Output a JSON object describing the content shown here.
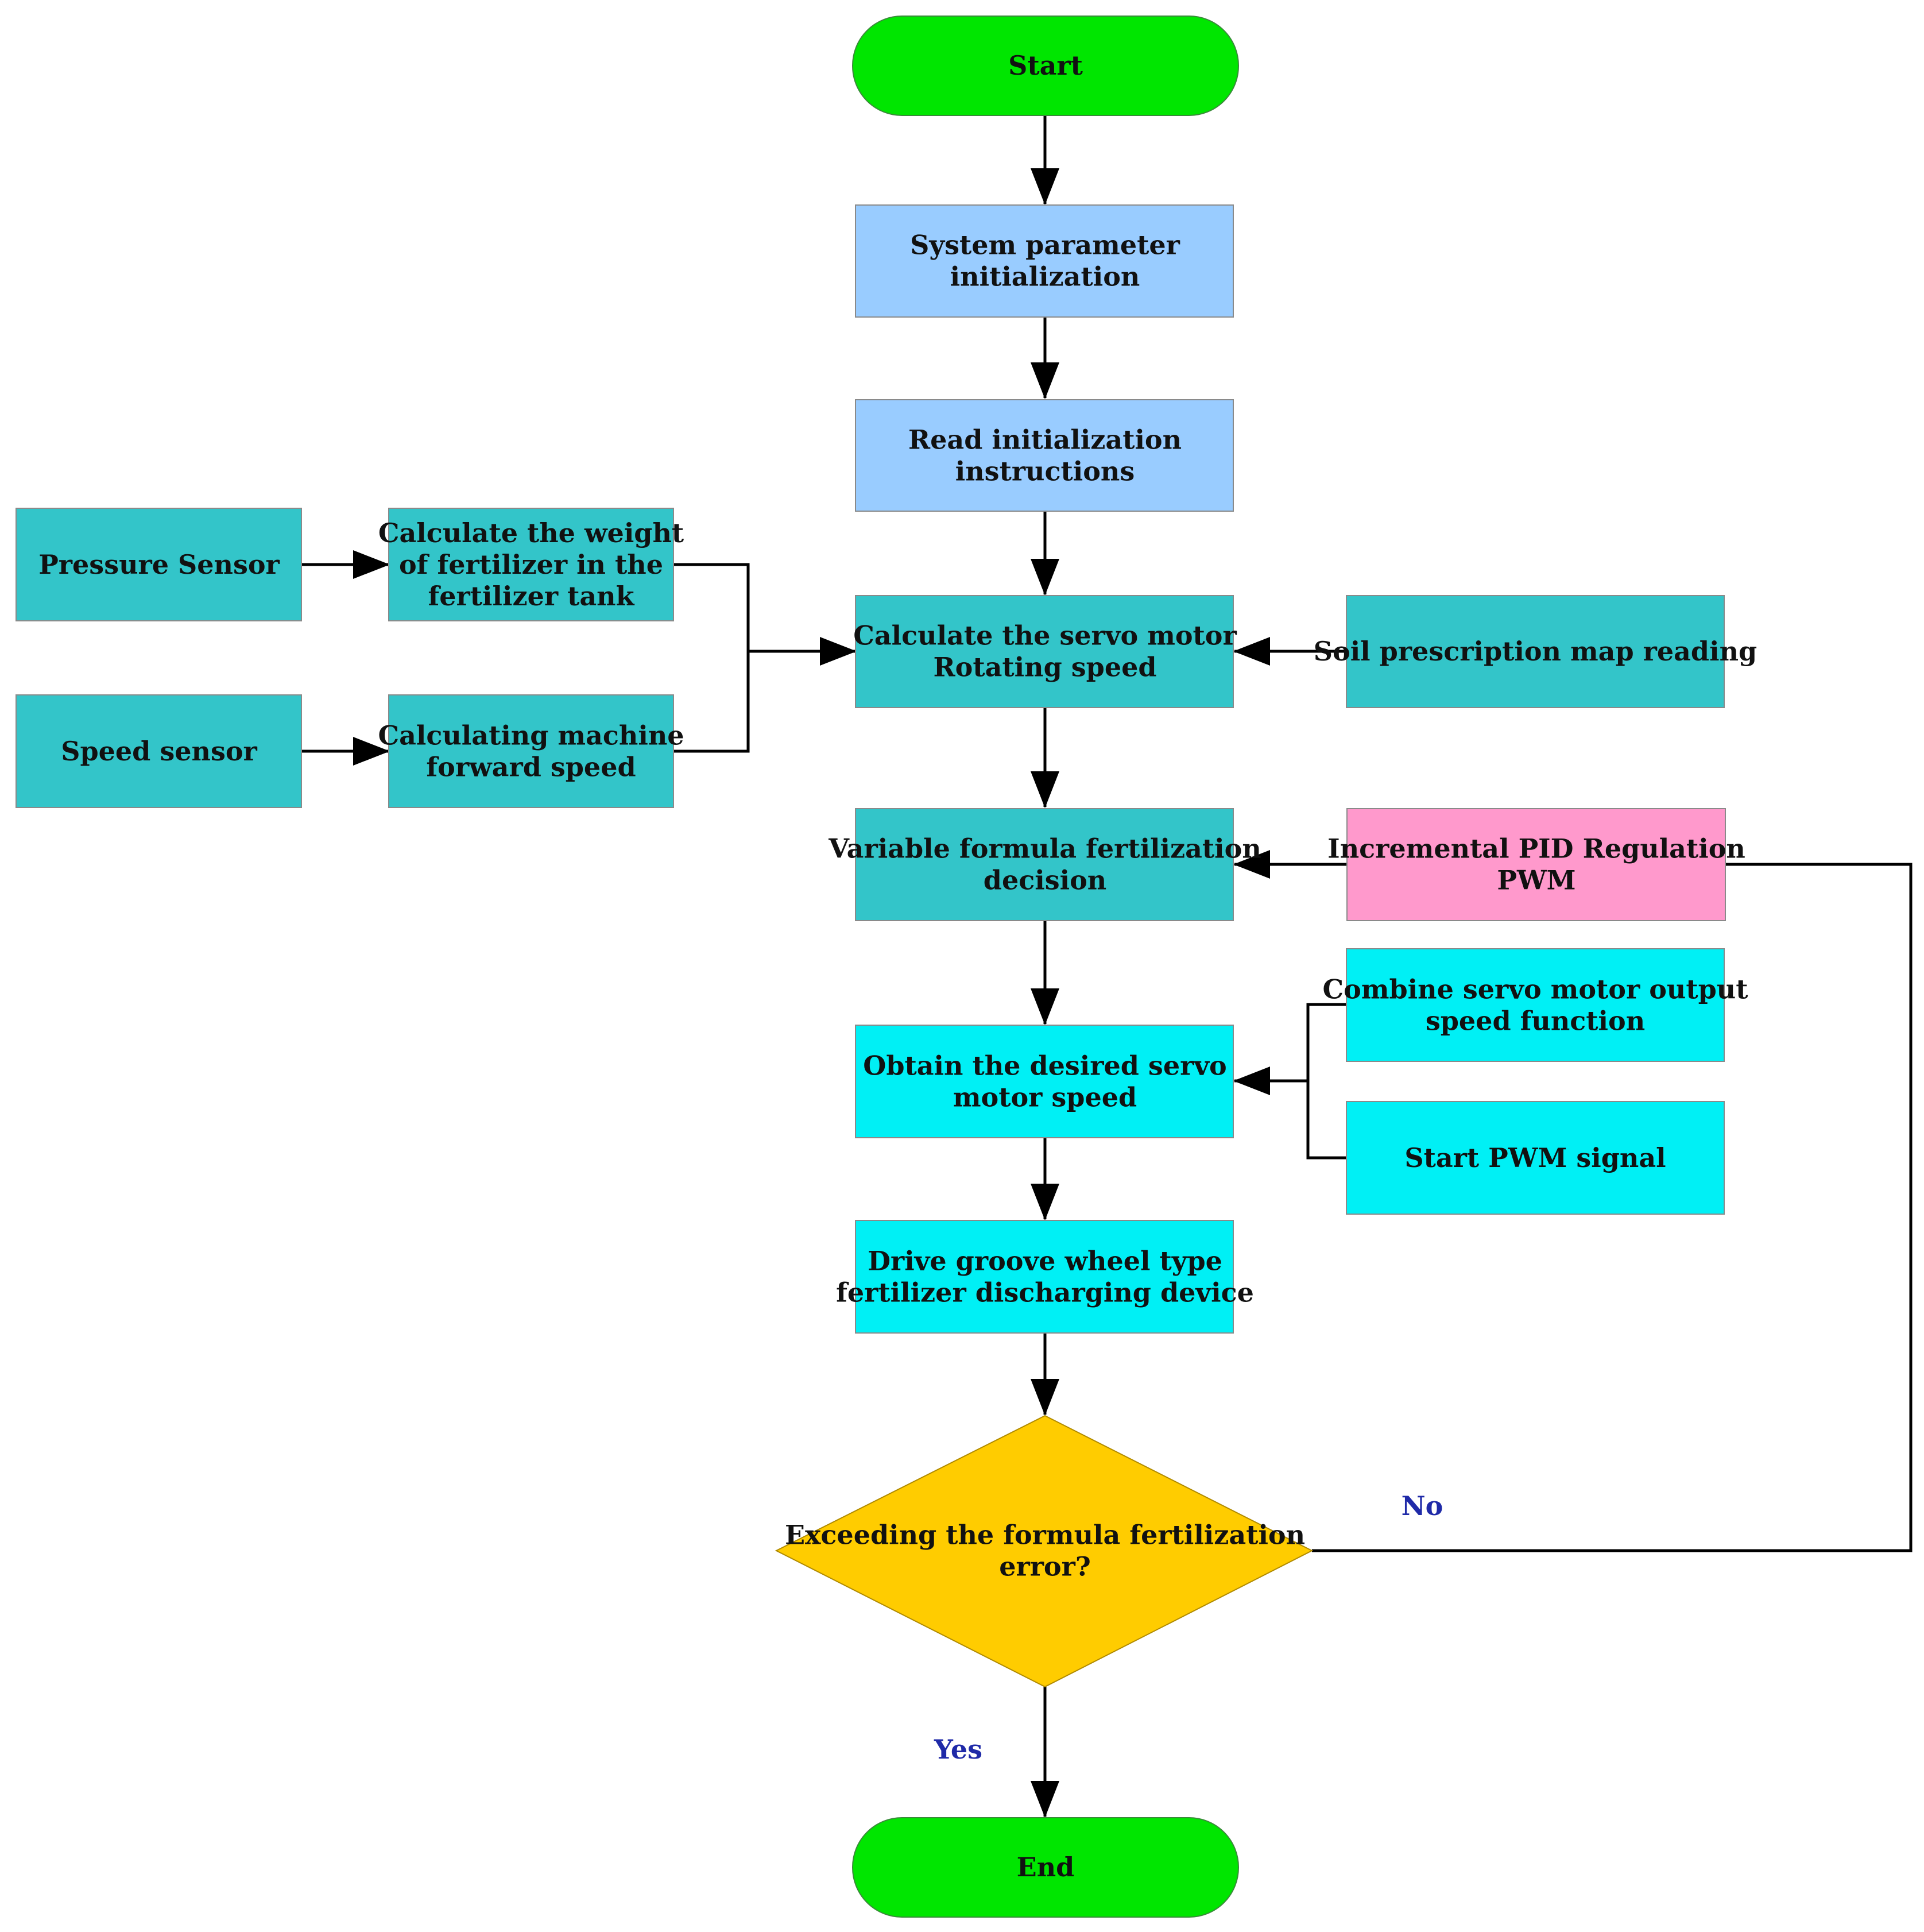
{
  "colors": {
    "terminal": "#00e600",
    "init": "#99ccff",
    "teal": "#33c5c9",
    "cyan": "#00f0f5",
    "pink": "#ff99cc",
    "decision": "#ffcc00",
    "edge_label": "#1f2aa8"
  },
  "nodes": {
    "start": {
      "lines": [
        "Start"
      ]
    },
    "init_params": {
      "lines": [
        "System parameter",
        "initialization"
      ]
    },
    "read_init": {
      "lines": [
        "Read initialization",
        "instructions"
      ]
    },
    "pressure_sensor": {
      "lines": [
        "Pressure Sensor"
      ]
    },
    "calc_weight": {
      "lines": [
        "Calculate the weight",
        "of fertilizer in the",
        "fertilizer tank"
      ]
    },
    "speed_sensor": {
      "lines": [
        "Speed sensor"
      ]
    },
    "calc_forward": {
      "lines": [
        "Calculating machine",
        "forward speed"
      ]
    },
    "calc_servo": {
      "lines": [
        "Calculate the servo motor",
        "Rotating speed"
      ]
    },
    "soil_map": {
      "lines": [
        "Soil prescription map reading"
      ]
    },
    "variable_formula": {
      "lines": [
        "Variable formula fertilization",
        "decision"
      ]
    },
    "pid": {
      "lines": [
        "Incremental PID Regulation",
        "PWM"
      ]
    },
    "obtain_speed": {
      "lines": [
        "Obtain the desired servo",
        "motor speed"
      ]
    },
    "combine_servo": {
      "lines": [
        "Combine servo motor output",
        "speed function"
      ]
    },
    "start_pwm": {
      "lines": [
        "Start PWM signal"
      ]
    },
    "drive_groove": {
      "lines": [
        "Drive groove wheel type",
        "fertilizer discharging device"
      ]
    },
    "decision": {
      "lines": [
        "Exceeding the formula fertilization",
        "error?"
      ]
    },
    "end": {
      "lines": [
        "End"
      ]
    }
  },
  "edge_labels": {
    "no": "No",
    "yes": "Yes"
  }
}
